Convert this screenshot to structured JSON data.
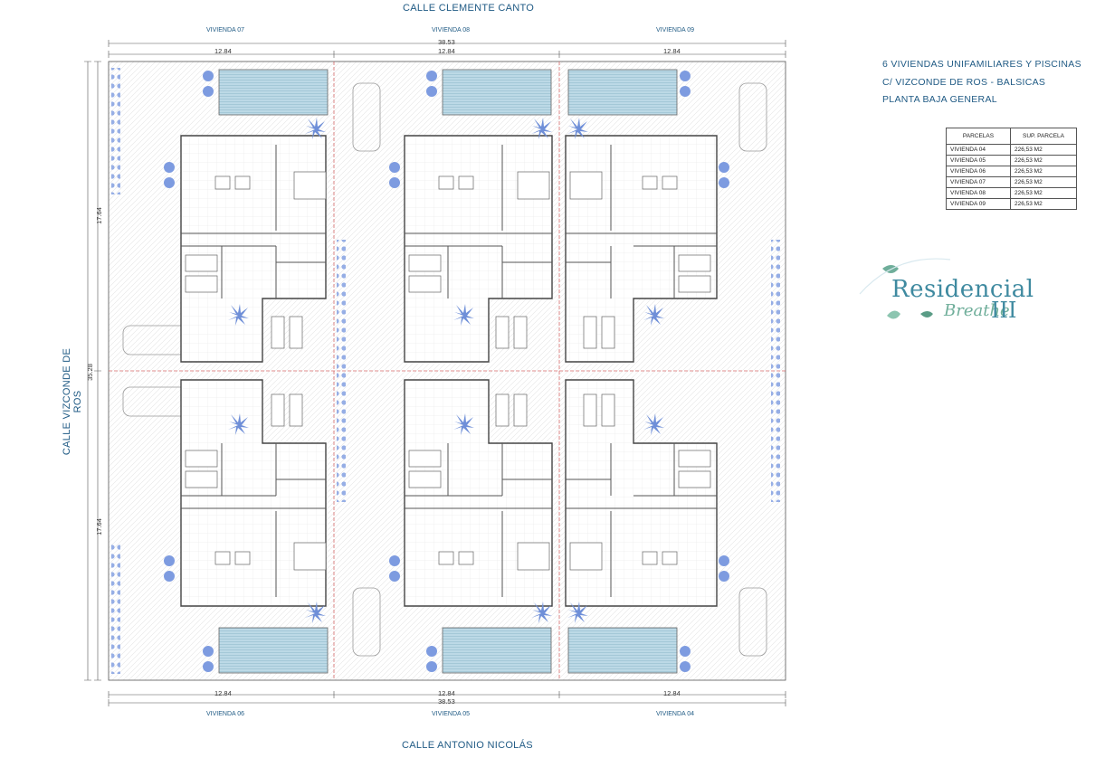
{
  "streets": {
    "top": "CALLE CLEMENTE CANTO",
    "bottom": "CALLE ANTONIO NICOLÁS",
    "left": "CALLE VIZCONDE DE ROS"
  },
  "viviendas_top": [
    "VIVIENDA 07",
    "VIVIENDA 08",
    "VIVIENDA 09"
  ],
  "viviendas_bottom": [
    "VIVIENDA 06",
    "VIVIENDA 05",
    "VIVIENDA 04"
  ],
  "dimensions": {
    "total_width": "38.53",
    "parcel_width": "12.84",
    "total_depth": "35.28",
    "half_depth": "17.64"
  },
  "title_lines": [
    "6 VIVIENDAS UNIFAMILIARES Y PISCINAS",
    "C/ VIZCONDE DE ROS - BALSICAS",
    "PLANTA BAJA GENERAL"
  ],
  "parcel_table": {
    "headers": [
      "PARCELAS",
      "SUP. PARCELA"
    ],
    "rows": [
      [
        "VIVIENDA 04",
        "226,53 M2"
      ],
      [
        "VIVIENDA 05",
        "226,53 M2"
      ],
      [
        "VIVIENDA 06",
        "226,53 M2"
      ],
      [
        "VIVIENDA 07",
        "226,53 M2"
      ],
      [
        "VIVIENDA 08",
        "226,53 M2"
      ],
      [
        "VIVIENDA 09",
        "226,53 M2"
      ]
    ]
  },
  "logo": {
    "main": "Residencial",
    "sub": "Breathe",
    "num": "III"
  },
  "colors": {
    "accent": "#1f5a84",
    "water": "#bcd9e6",
    "plants": "#6f8fd8",
    "boundary": "#d66a6a"
  }
}
